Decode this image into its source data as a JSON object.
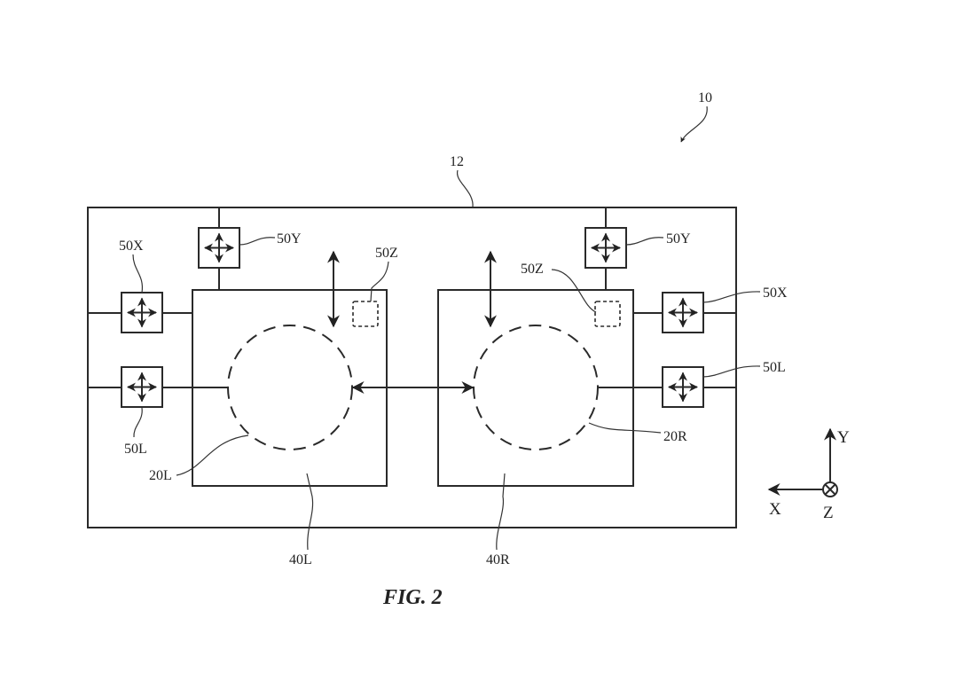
{
  "figure": {
    "caption": "FIG. 2",
    "assembly_ref": "10",
    "frame_ref": "12"
  },
  "left_module": {
    "image_sensor_ref": "20L",
    "stage_ref": "40L",
    "actuator_y_ref": "50Y",
    "actuator_x_ref": "50X",
    "actuator_l_ref": "50L",
    "actuator_z_ref": "50Z"
  },
  "right_module": {
    "image_sensor_ref": "20R",
    "stage_ref": "40R",
    "actuator_y_ref": "50Y",
    "actuator_x_ref": "50X",
    "actuator_l_ref": "50L",
    "actuator_z_ref": "50Z"
  },
  "axes": {
    "x_label": "X",
    "y_label": "Y",
    "z_label": "Z",
    "z_direction": "into-page"
  }
}
